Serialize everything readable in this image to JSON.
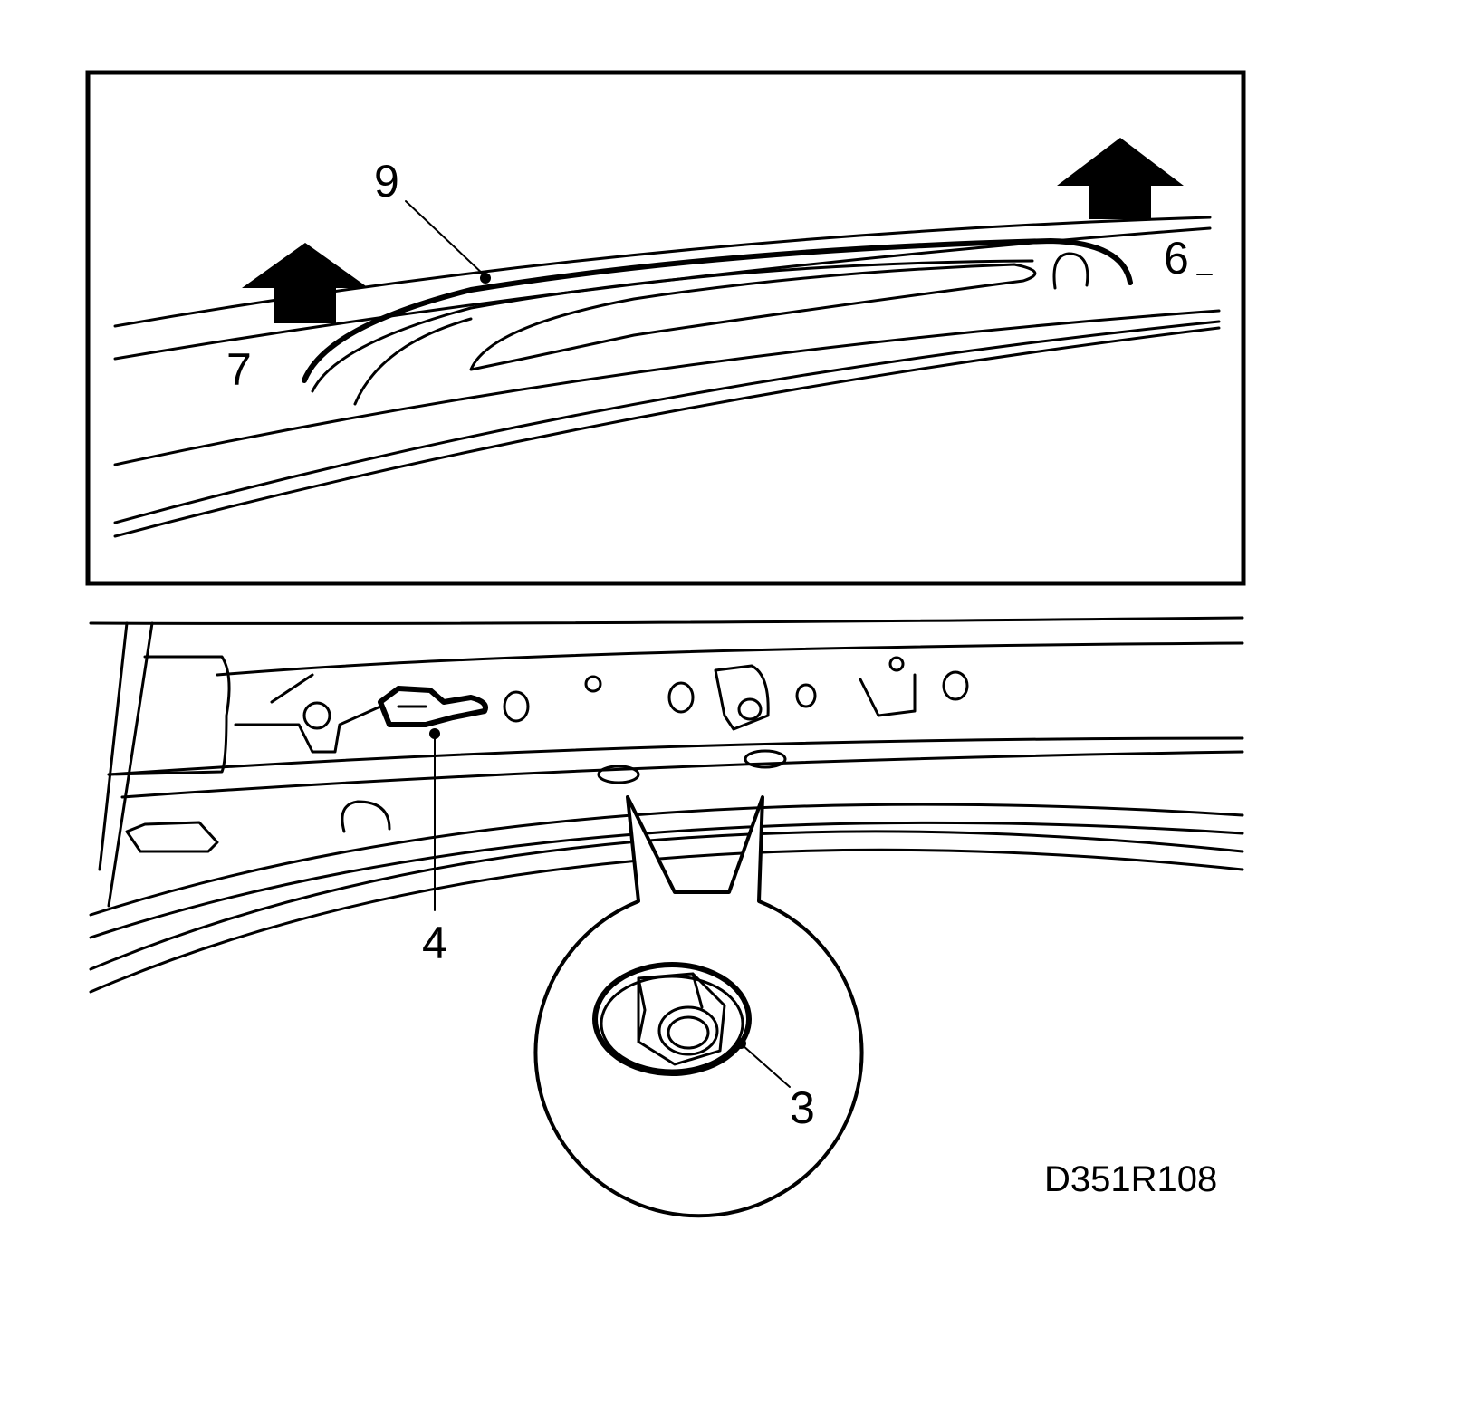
{
  "inset": {
    "callouts": {
      "part_9": "9",
      "part_7": "7",
      "part_6": "6"
    }
  },
  "main_view": {
    "callouts": {
      "part_4": "4",
      "part_3": "3"
    }
  },
  "figure_code": "D351R108"
}
